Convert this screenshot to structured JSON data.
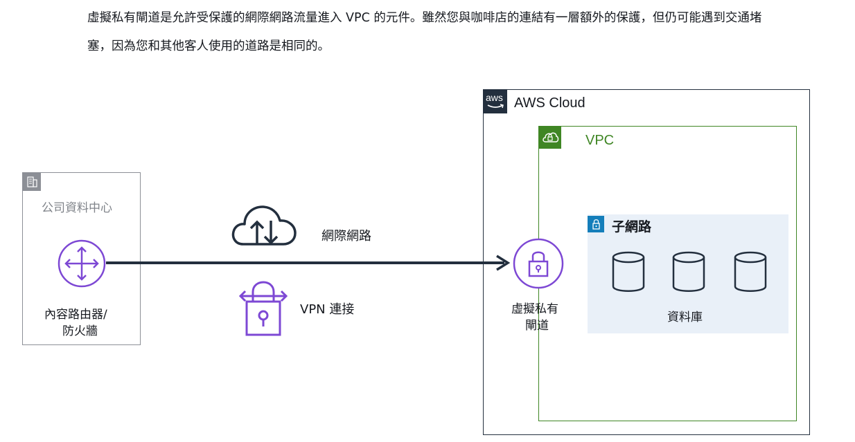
{
  "intro_text": "虛擬私有閘道是允許受保護的網際網路流量進入 VPC 的元件。雖然您與咖啡店的連結有一層額外的保護，但仍可能遇到交通堵塞，因為您和其他客人使用的道路是相同的。",
  "corporate_dc": {
    "title": "公司資料中心",
    "router_label_line1": "內容路由器/",
    "router_label_line2": "防火牆",
    "icon": "office-building-icon"
  },
  "internet": {
    "label": "網際網路",
    "icon": "cloud-upload-download-icon"
  },
  "vpn": {
    "label": "VPN 連接",
    "icon": "vpn-lock-icon"
  },
  "aws_cloud": {
    "label": "AWS Cloud",
    "logo_text": "aws"
  },
  "vpc": {
    "label": "VPC",
    "icon": "vpc-cloud-lock-icon"
  },
  "vgw": {
    "label_line1": "虛擬私有",
    "label_line2": "閘道",
    "icon": "padlock-icon"
  },
  "subnet": {
    "label": "子網路",
    "icon": "subnet-lock-icon",
    "database_label": "資料庫",
    "database_count": 3
  },
  "colors": {
    "purple": "#7d48d4",
    "aws_border": "#232f3e",
    "vpc_green": "#3f8624",
    "subnet_blue": "#147eba",
    "subnet_bg": "#e9f0f8",
    "dc_gray": "#8c8f96"
  }
}
